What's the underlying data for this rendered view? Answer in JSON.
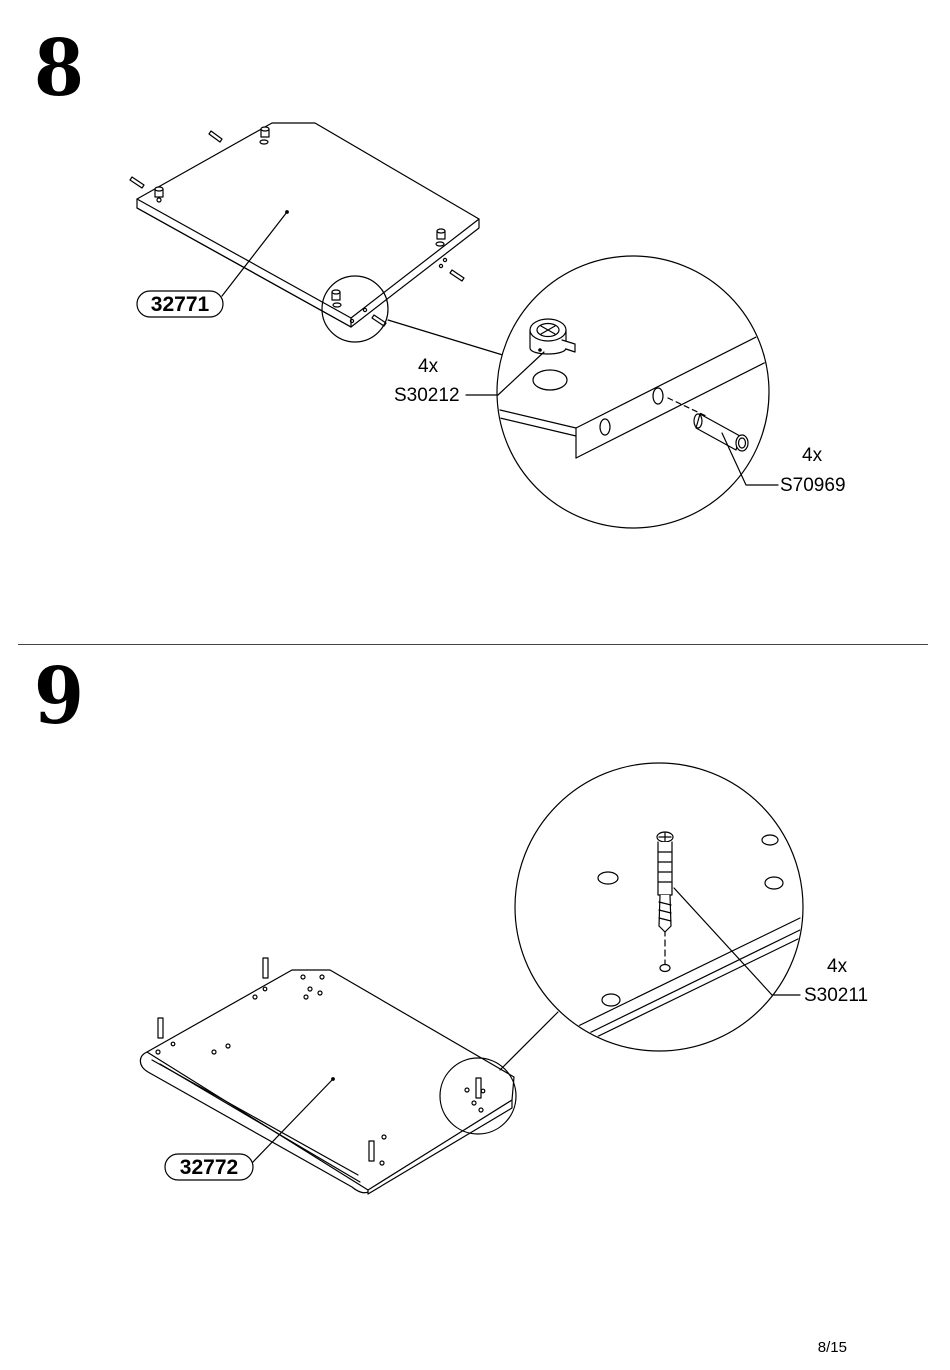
{
  "steps": [
    {
      "number": "8",
      "part_id": "32771",
      "callouts": [
        {
          "qty": "4x",
          "code": "S30212"
        },
        {
          "qty": "4x",
          "code": "S70969"
        }
      ]
    },
    {
      "number": "9",
      "part_id": "32772",
      "callouts": [
        {
          "qty": "4x",
          "code": "S30211"
        }
      ]
    }
  ],
  "page_number": "8/15"
}
